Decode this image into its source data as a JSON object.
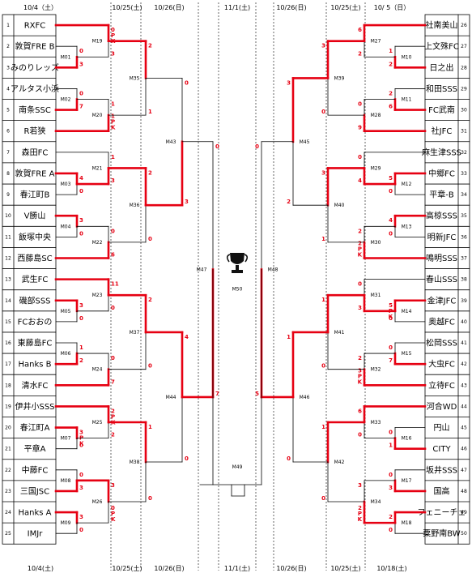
{
  "colors": {
    "win": "#e60012",
    "line": "#000000",
    "grid": "#000000"
  },
  "header_dates": [
    "10/4（土）",
    "10/25(土)",
    "10/26(日)",
    "11/1(土)",
    "10/26(日)",
    "10/25(土)",
    "10/ 5（日）"
  ],
  "footer_dates": [
    "10/4(土)",
    "10/25(土)",
    "10/26(日)",
    "11/1(土)",
    "10/26(日)",
    "10/25(土)",
    "10/18(土)"
  ],
  "trophy_icon": "trophy-icon",
  "left_teams": [
    {
      "num": "1",
      "name": "RXFC"
    },
    {
      "num": "2",
      "name": "敦賀FRE B"
    },
    {
      "num": "3",
      "name": "みのりレッズ"
    },
    {
      "num": "4",
      "name": "アルタス小浜"
    },
    {
      "num": "5",
      "name": "南条SSC"
    },
    {
      "num": "6",
      "name": "R若狭"
    },
    {
      "num": "7",
      "name": "森田FC"
    },
    {
      "num": "8",
      "name": "敦賀FRE A"
    },
    {
      "num": "9",
      "name": "春江町B"
    },
    {
      "num": "10",
      "name": "V勝山"
    },
    {
      "num": "11",
      "name": "飯塚中央"
    },
    {
      "num": "12",
      "name": "西藤島SC"
    },
    {
      "num": "13",
      "name": "武生FC"
    },
    {
      "num": "14",
      "name": "磯部SSS"
    },
    {
      "num": "15",
      "name": "FCおおの"
    },
    {
      "num": "16",
      "name": "東藤島FC"
    },
    {
      "num": "17",
      "name": "Hanks B"
    },
    {
      "num": "18",
      "name": "清水FC"
    },
    {
      "num": "19",
      "name": "伊井小SSS"
    },
    {
      "num": "20",
      "name": "春江町A"
    },
    {
      "num": "21",
      "name": "平章A"
    },
    {
      "num": "22",
      "name": "中藤FC"
    },
    {
      "num": "23",
      "name": "三国JSC"
    },
    {
      "num": "24",
      "name": "Hanks A"
    },
    {
      "num": "25",
      "name": "IMJr"
    }
  ],
  "right_teams": [
    {
      "num": "26",
      "name": "社南美山"
    },
    {
      "num": "27",
      "name": "上文殊FC"
    },
    {
      "num": "28",
      "name": "日之出"
    },
    {
      "num": "29",
      "name": "和田SSS"
    },
    {
      "num": "30",
      "name": "FC武南"
    },
    {
      "num": "31",
      "name": "社JFC"
    },
    {
      "num": "32",
      "name": "麻生津SSS"
    },
    {
      "num": "33",
      "name": "中郷FC"
    },
    {
      "num": "34",
      "name": "平章-B"
    },
    {
      "num": "35",
      "name": "高椋SSS"
    },
    {
      "num": "36",
      "name": "明新JFC"
    },
    {
      "num": "37",
      "name": "鳴明SSS"
    },
    {
      "num": "38",
      "name": "春山SSS"
    },
    {
      "num": "39",
      "name": "金津JFC"
    },
    {
      "num": "40",
      "name": "奥越FC"
    },
    {
      "num": "41",
      "name": "松岡SSS"
    },
    {
      "num": "42",
      "name": "大虫FC"
    },
    {
      "num": "43",
      "name": "立待FC"
    },
    {
      "num": "44",
      "name": "河合WD"
    },
    {
      "num": "45",
      "name": "円山"
    },
    {
      "num": "46",
      "name": "CITY"
    },
    {
      "num": "47",
      "name": "坂井SSS"
    },
    {
      "num": "48",
      "name": "国高"
    },
    {
      "num": "49",
      "name": "フェニーチェ"
    },
    {
      "num": "50",
      "name": "粟野南BW"
    }
  ],
  "left_r1": [
    {
      "label": "M01",
      "a": 2,
      "b": 3,
      "sa": "0",
      "sb": "3",
      "winner": "b"
    },
    {
      "label": "M02",
      "a": 4,
      "b": 5,
      "sa": "0",
      "sb": "7",
      "winner": "b"
    },
    {
      "label": "M03",
      "a": 8,
      "b": 9,
      "sa": "4",
      "sb": "0",
      "winner": "a"
    },
    {
      "label": "M04",
      "a": 10,
      "b": 11,
      "sa": "3",
      "sb": "0",
      "winner": "a"
    },
    {
      "label": "M05",
      "a": 14,
      "b": 15,
      "sa": "3",
      "sb": "0",
      "winner": "a"
    },
    {
      "label": "M06",
      "a": 16,
      "b": 17,
      "sa": "1",
      "sb": "2",
      "winner": "b"
    },
    {
      "label": "M07",
      "a": 20,
      "b": 21,
      "sa": "3 P K",
      "sb": "0",
      "winner": "a"
    },
    {
      "label": "M08",
      "a": 22,
      "b": 23,
      "sa": "0",
      "sb": "3",
      "winner": "b"
    },
    {
      "label": "M09",
      "a": 24,
      "b": 25,
      "sa": "3",
      "sb": "0",
      "winner": "a"
    }
  ],
  "left_r2": [
    {
      "label": "M19",
      "sa": "0 P K",
      "sb": "3",
      "winner": "a"
    },
    {
      "label": "M20",
      "sa": "1",
      "sb": "1 P K",
      "winner": "b"
    },
    {
      "label": "M21",
      "sa": "1",
      "sb": "3",
      "winner": "b"
    },
    {
      "label": "M22",
      "sa": "0",
      "sb": "6",
      "winner": "b"
    },
    {
      "label": "M23",
      "sa": "11",
      "sb": "0",
      "winner": "a"
    },
    {
      "label": "M24",
      "sa": "0",
      "sb": "7",
      "winner": "b"
    },
    {
      "label": "M25",
      "sa": "2 P K",
      "sb": "2",
      "winner": "a"
    },
    {
      "label": "M26",
      "sa": "3",
      "sb": "0 P K",
      "winner": "a"
    }
  ],
  "left_r3": [
    {
      "label": "M35",
      "sa": "2",
      "sb": "1",
      "winner": "a"
    },
    {
      "label": "M36",
      "sa": "2",
      "sb": "0",
      "winner": "a"
    },
    {
      "label": "M37",
      "sa": "2",
      "sb": "0",
      "winner": "a"
    },
    {
      "label": "M38",
      "sa": "1",
      "sb": "0",
      "winner": "a"
    }
  ],
  "left_r4": [
    {
      "label": "M43",
      "sa": "0",
      "sb": "3",
      "winner": "b"
    },
    {
      "label": "M44",
      "sa": "4",
      "sb": "0",
      "winner": "a"
    }
  ],
  "left_r5": {
    "label": "M47",
    "sa": "0",
    "sb": "7",
    "winner": "b"
  },
  "right_r1": [
    {
      "label": "M10",
      "a": 27,
      "b": 28,
      "sa": "1",
      "sb": "2",
      "winner": "b"
    },
    {
      "label": "M11",
      "a": 29,
      "b": 30,
      "sa": "2",
      "sb": "6",
      "winner": "b"
    },
    {
      "label": "M12",
      "a": 33,
      "b": 34,
      "sa": "5",
      "sb": "0",
      "winner": "a"
    },
    {
      "label": "M13",
      "a": 35,
      "b": 36,
      "sa": "4",
      "sb": "0",
      "winner": "a"
    },
    {
      "label": "M14",
      "a": 39,
      "b": 40,
      "sa": "5 P K",
      "sb": "0",
      "winner": "a"
    },
    {
      "label": "M15",
      "a": 41,
      "b": 42,
      "sa": "0",
      "sb": "7",
      "winner": "b"
    },
    {
      "label": "M16",
      "a": 45,
      "b": 46,
      "sa": "0",
      "sb": "1",
      "winner": "b"
    },
    {
      "label": "M17",
      "a": 47,
      "b": 48,
      "sa": "0",
      "sb": "3",
      "winner": "b"
    },
    {
      "label": "M18",
      "a": 49,
      "b": 50,
      "sa": "2",
      "sb": "0",
      "winner": "a"
    }
  ],
  "right_r2": [
    {
      "label": "M27",
      "sa": "6",
      "sb": "2",
      "winner": "a"
    },
    {
      "label": "M28",
      "sa": "0",
      "sb": "9",
      "winner": "b"
    },
    {
      "label": "M29",
      "sa": "0",
      "sb": "4",
      "winner": "b"
    },
    {
      "label": "M30",
      "sa": "2",
      "sb": "2 P K",
      "winner": "b"
    },
    {
      "label": "M31",
      "sa": "0",
      "sb": "3",
      "winner": "b"
    },
    {
      "label": "M32",
      "sa": "2",
      "sb": "3 P K",
      "winner": "b"
    },
    {
      "label": "M33",
      "sa": "6",
      "sb": "0",
      "winner": "a"
    },
    {
      "label": "M34",
      "sa": "3",
      "sb": "2 P K",
      "winner": "b"
    }
  ],
  "right_r3": [
    {
      "label": "M39",
      "sa": "3",
      "sb": "0",
      "winner": "a"
    },
    {
      "label": "M40",
      "sa": "3",
      "sb": "1",
      "winner": "a"
    },
    {
      "label": "M41",
      "sa": "1",
      "sb": "0",
      "winner": "a"
    },
    {
      "label": "M42",
      "sa": "1",
      "sb": "0",
      "winner": "a"
    }
  ],
  "right_r4": [
    {
      "label": "M45",
      "sa": "3",
      "sb": "2",
      "winner": "a"
    },
    {
      "label": "M46",
      "sa": "1",
      "sb": "0",
      "winner": "a"
    }
  ],
  "right_r5": {
    "label": "M48",
    "sa": "0",
    "sb": "5",
    "winner": "b"
  },
  "center": {
    "final_label": "M50",
    "third_label": "M49"
  }
}
